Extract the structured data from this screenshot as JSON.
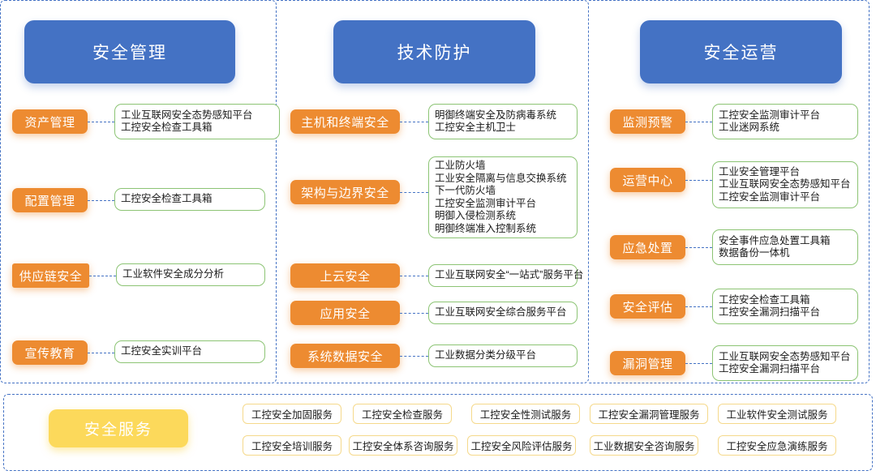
{
  "diagram": {
    "title_row": {
      "columns": [
        {
          "id": "security-management",
          "heading": "安全管理"
        },
        {
          "id": "technical-protection",
          "heading": "技术防护"
        },
        {
          "id": "security-operations",
          "heading": "安全运营"
        }
      ]
    },
    "columns": [
      {
        "id": "security-management",
        "heading": "安全管理",
        "rows": [
          {
            "category": "资产管理",
            "products": [
              "工业互联网安全态势感知平台",
              "工控安全检查工具箱"
            ]
          },
          {
            "category": "配置管理",
            "products": [
              "工控安全检查工具箱"
            ]
          },
          {
            "category": "供应链安全",
            "products": [
              "工业软件安全成分分析"
            ]
          },
          {
            "category": "宣传教育",
            "products": [
              "工控安全实训平台"
            ]
          }
        ]
      },
      {
        "id": "technical-protection",
        "heading": "技术防护",
        "rows": [
          {
            "category": "主机和终端安全",
            "products": [
              "明御终端安全及防病毒系统",
              "工控安全主机卫士"
            ]
          },
          {
            "category": "架构与边界安全",
            "products": [
              "工业防火墙",
              "工业安全隔离与信息交换系统",
              "下一代防火墙",
              "工控安全监测审计平台",
              "明御入侵检测系统",
              "明御终端准入控制系统"
            ]
          },
          {
            "category": "上云安全",
            "products": [
              "工业互联网安全“一站式”服务平台"
            ]
          },
          {
            "category": "应用安全",
            "products": [
              "工业互联网安全综合服务平台"
            ]
          },
          {
            "category": "系统数据安全",
            "products": [
              "工业数据分类分级平台"
            ]
          }
        ]
      },
      {
        "id": "security-operations",
        "heading": "安全运营",
        "rows": [
          {
            "category": "监测预警",
            "products": [
              "工控安全监测审计平台",
              "工业迷网系统"
            ]
          },
          {
            "category": "运营中心",
            "products": [
              "工业安全管理平台",
              "工业互联网安全态势感知平台",
              "工控安全监测审计平台"
            ]
          },
          {
            "category": "应急处置",
            "products": [
              "安全事件应急处置工具箱",
              "数据备份一体机"
            ]
          },
          {
            "category": "安全评估",
            "products": [
              "工控安全检查工具箱",
              "工控安全漏洞扫描平台"
            ]
          },
          {
            "category": "漏洞管理",
            "products": [
              "工业互联网安全态势感知平台",
              "工控安全漏洞扫描平台"
            ]
          }
        ]
      }
    ],
    "services": {
      "heading": "安全服务",
      "row1": [
        "工控安全加固服务",
        "工控安全检查服务",
        "工控安全性测试服务",
        "工控安全漏洞管理服务",
        "工业软件安全测试服务"
      ],
      "row2": [
        "工控安全培训服务",
        "工控安全体系咨询服务",
        "工控安全风险评估服务",
        "工业数据安全咨询服务",
        "工控安全应急演练服务"
      ]
    },
    "colors": {
      "heading_blue": "#4472C4",
      "category_orange": "#ED8B31",
      "product_border_green": "#8CC474",
      "service_yellow": "#FCD95B",
      "tag_border": "#F5D98B",
      "panel_dashed": "#4472C4"
    }
  }
}
